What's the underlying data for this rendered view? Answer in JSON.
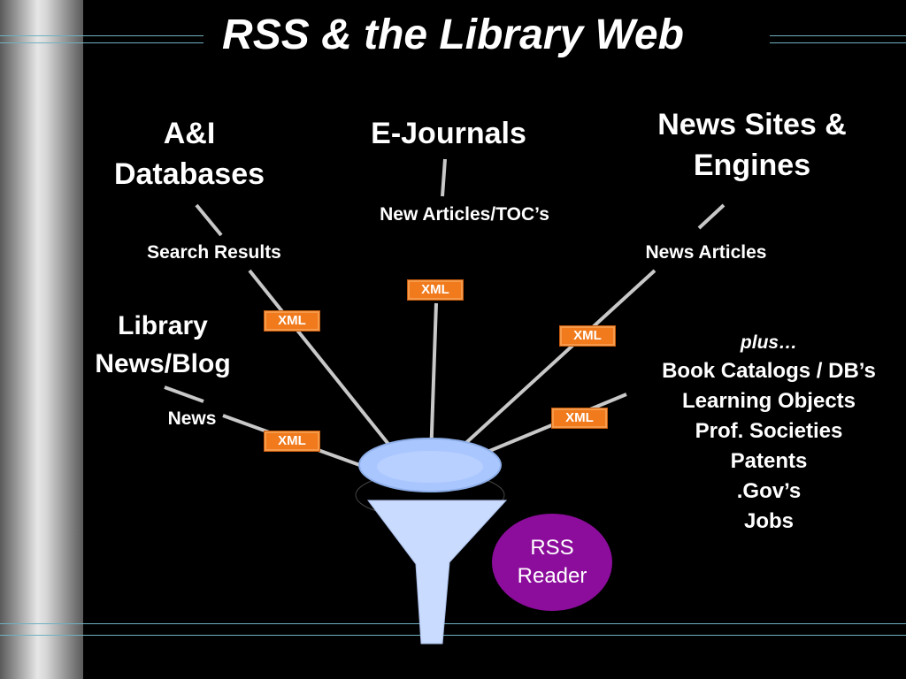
{
  "slide": {
    "title": "RSS & the Library Web"
  },
  "sources": {
    "ai_databases": {
      "line1": "A&I",
      "line2": "Databases",
      "feed_label": "Search Results"
    },
    "ejournals": {
      "label": "E-Journals",
      "feed_label": "New Articles/TOC’s"
    },
    "news_sites": {
      "line1": "News Sites &",
      "line2": "Engines",
      "feed_label": "News Articles"
    },
    "library_news": {
      "line1": "Library",
      "line2": "News/Blog",
      "feed_label": "News"
    }
  },
  "xml_badge_label": "XML",
  "plus_list": {
    "heading": "plus…",
    "items": [
      "Book Catalogs / DB’s",
      "Learning Objects",
      "Prof. Societies",
      "Patents",
      ".Gov’s",
      "Jobs"
    ]
  },
  "reader": {
    "line1": "RSS",
    "line2": "Reader"
  },
  "colors": {
    "background": "#000000",
    "xml_badge": "#f07a1c",
    "reader": "#8c0d9c",
    "funnel": "#c9dcff",
    "accent_line": "#6fb1c1"
  }
}
